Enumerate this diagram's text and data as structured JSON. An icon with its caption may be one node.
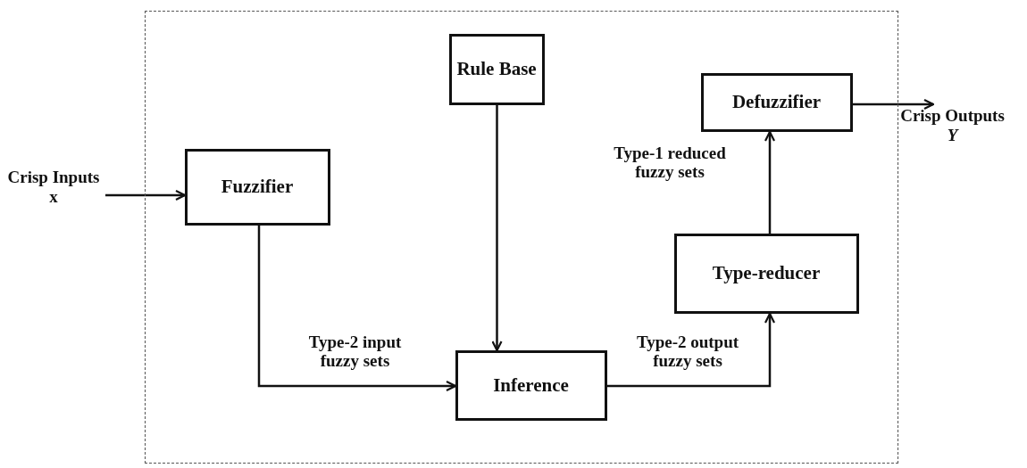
{
  "diagram": {
    "nodes": [
      {
        "text": [],
        "shape": "box"
      },
      {
        "text": [
          "Rule Base"
        ],
        "in": 0
      },
      {
        "text": [
          "Defuzzifier"
        ],
        "in": 0
      },
      {
        "text": [
          "Crisp Outputs",
          "*Y*"
        ]
      },
      {
        "text": [
          "Crisp Inputs",
          "x"
        ]
      },
      {
        "text": [
          "Fuzzifier"
        ],
        "in": 0
      },
      {
        "text": [
          "Type-reducer"
        ],
        "in": 0
      },
      {
        "text": [
          "Inference"
        ],
        "in": 0
      }
    ],
    "edges": [
      {
        "from": 4,
        "to": 5,
        "arrow": "to"
      },
      {
        "from": 1,
        "to": 7,
        "arrow": "to"
      },
      {
        "from": 5,
        "to": 7,
        "arrow": "to",
        "label": "Type-2 input fuzzy sets"
      },
      {
        "from": 7,
        "to": 6,
        "arrow": "to",
        "label": "Type-2 output fuzzy sets"
      },
      {
        "from": 6,
        "to": 2,
        "arrow": "to",
        "label": "Type-1 reduced fuzzy sets"
      },
      {
        "from": 2,
        "to": 3,
        "arrow": "to"
      }
    ]
  }
}
